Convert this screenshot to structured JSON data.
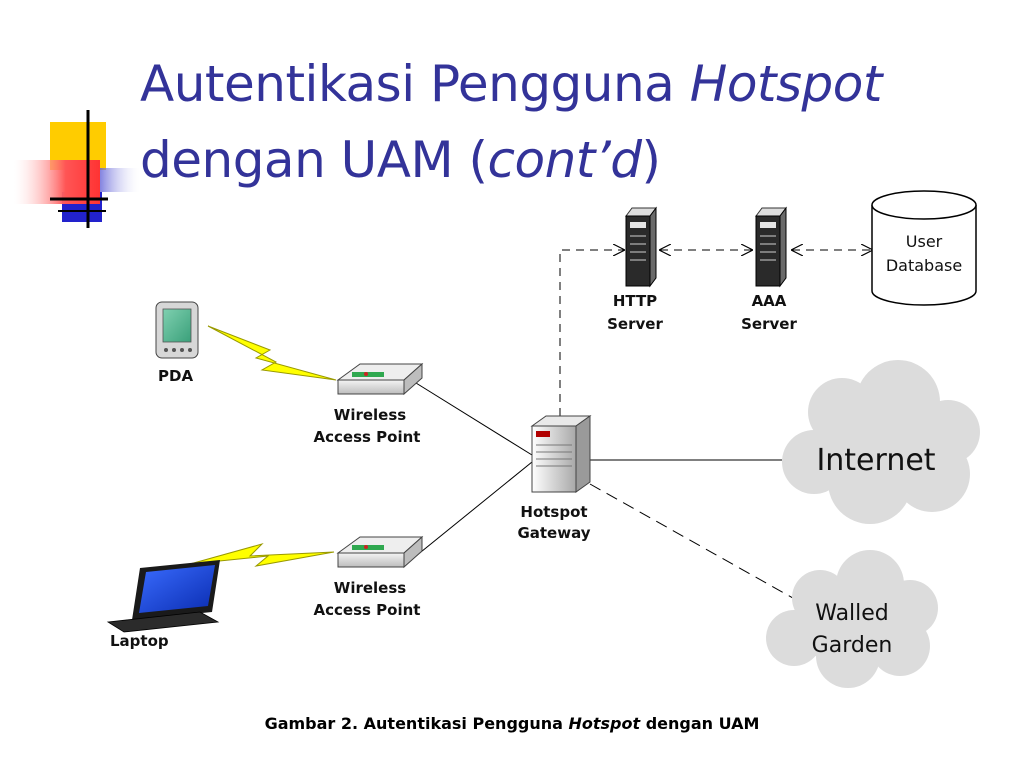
{
  "slide": {
    "title_line1_prefix": "Autentikasi Pengguna ",
    "title_line1_italic": "Hotspot",
    "title_line2_prefix": "dengan UAM (",
    "title_line2_italic": "cont’d",
    "title_line2_suffix": ")",
    "title_color": "#333399"
  },
  "diagram": {
    "pda_label": "PDA",
    "laptop_label": "Laptop",
    "ap_top_label": [
      "Wireless",
      "Access Point"
    ],
    "ap_bottom_label": [
      "Wireless",
      "Access Point"
    ],
    "gateway_label": [
      "Hotspot",
      "Gateway"
    ],
    "http_server_label": [
      "HTTP",
      "Server"
    ],
    "aaa_server_label": [
      "AAA",
      "Server"
    ],
    "user_db_label": [
      "User",
      "Database"
    ],
    "internet_label": "Internet",
    "walled_garden_label": [
      "Walled",
      "Garden"
    ],
    "lightning_color": "#ffff00",
    "cloud_color": "#d9d9d9"
  },
  "caption": {
    "prefix": "Gambar 2.  Autentikasi Pengguna ",
    "italic": "Hotspot",
    "suffix": " dengan UAM"
  }
}
